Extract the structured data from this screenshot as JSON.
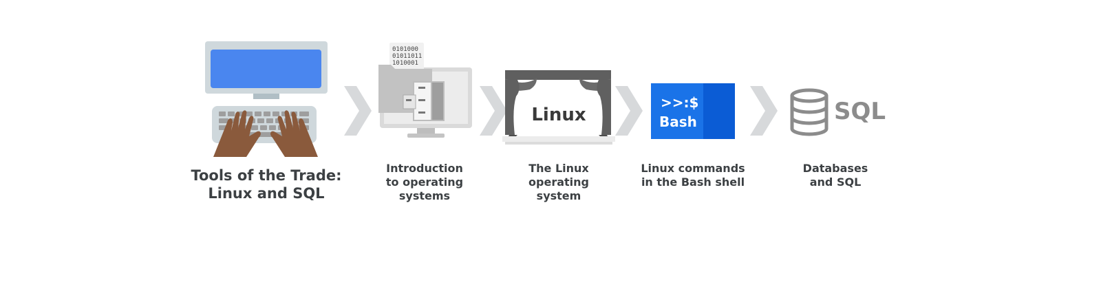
{
  "steps": [
    {
      "lines": [
        "Tools of the Trade:",
        "Linux and SQL"
      ],
      "icon": "computer-hands-icon"
    },
    {
      "lines": [
        "Introduction",
        "to operating",
        "systems"
      ],
      "icon": "computer-files-icon"
    },
    {
      "lines": [
        "The Linux",
        "operating",
        "system"
      ],
      "icon": "linux-stage-icon"
    },
    {
      "lines": [
        "Linux commands",
        "in the Bash shell"
      ],
      "icon": "bash-terminal-icon"
    },
    {
      "lines": [
        "Databases",
        "and SQL"
      ],
      "icon": "database-sql-icon"
    }
  ],
  "icon_text": {
    "binary": [
      "0101000",
      "01011011",
      "1010001"
    ],
    "linux": "Linux",
    "bash_prompt": ">>:$",
    "bash": "Bash",
    "sql": "SQL"
  },
  "colors": {
    "screen_blue": "#4a86ef",
    "bash_blue": "#1a73e8",
    "bash_dark": "#0b5cd5",
    "gray_icon": "#8c8c8c",
    "chevron": "#d7d9db",
    "skin": "#8a5a3c"
  }
}
